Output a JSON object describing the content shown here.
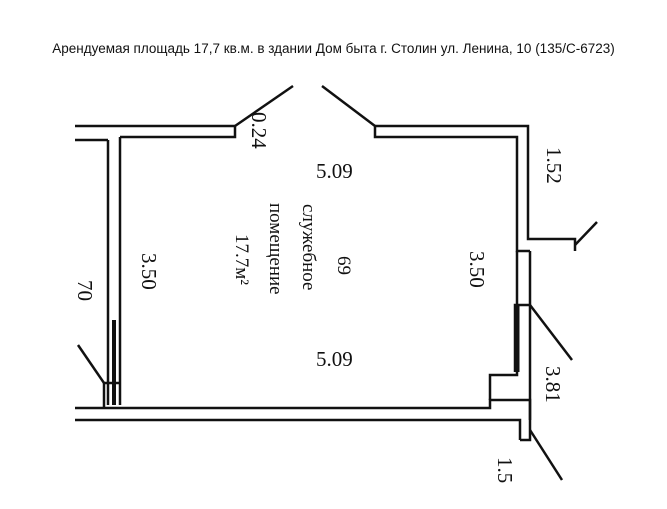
{
  "caption": "Арендуемая площадь 17,7 кв.м. в здании Дом быта г. Столин ул. Ленина, 10 (135/С-6723)",
  "room": {
    "number": "69",
    "name_line1": "служебное",
    "name_line2": "помещение",
    "area": "17.7м²"
  },
  "dimensions": {
    "top": "5.09",
    "bottom": "5.09",
    "left": "3.50",
    "right": "3.50",
    "wall_top_left": "0.24",
    "outer_right_upper": "1.52",
    "outer_right_lower": "3.81",
    "outer_left": "70",
    "outer_bottom_right": "1.5"
  }
}
